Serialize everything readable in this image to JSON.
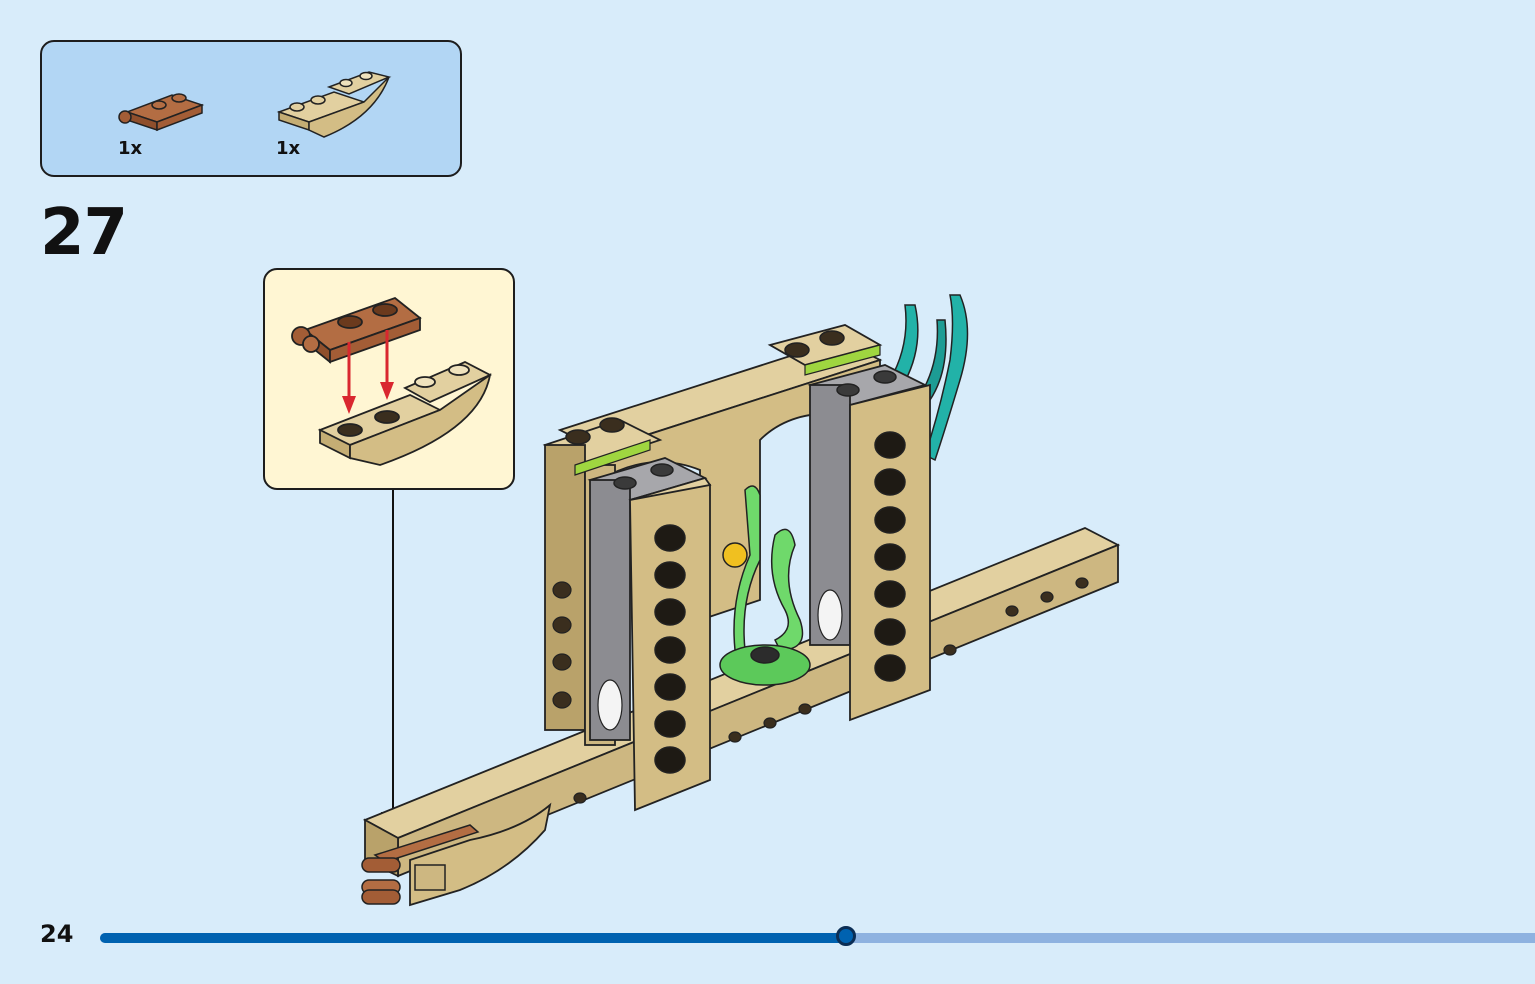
{
  "parts_list": {
    "items": [
      {
        "name": "brown-plate-with-clips",
        "quantity": "1x",
        "color": "#a9623a"
      },
      {
        "name": "tan-curved-slope",
        "quantity": "1x",
        "color": "#d9c591"
      }
    ]
  },
  "step": {
    "number": "27"
  },
  "page": {
    "number": "24"
  },
  "progress": {
    "fraction": 0.52
  },
  "colors": {
    "background": "#d8ecfa",
    "parts_panel": "#b2d6f4",
    "callout": "#fff6d3",
    "tan": "#d9c591",
    "brown": "#a9623a",
    "gray": "#9a9a9e",
    "green": "#6fd96b",
    "lime": "#9fd640",
    "teal": "#22b2a8",
    "arrow_red": "#d9272f",
    "progress_fill": "#0062b0",
    "progress_track": "#8eb2e0"
  }
}
